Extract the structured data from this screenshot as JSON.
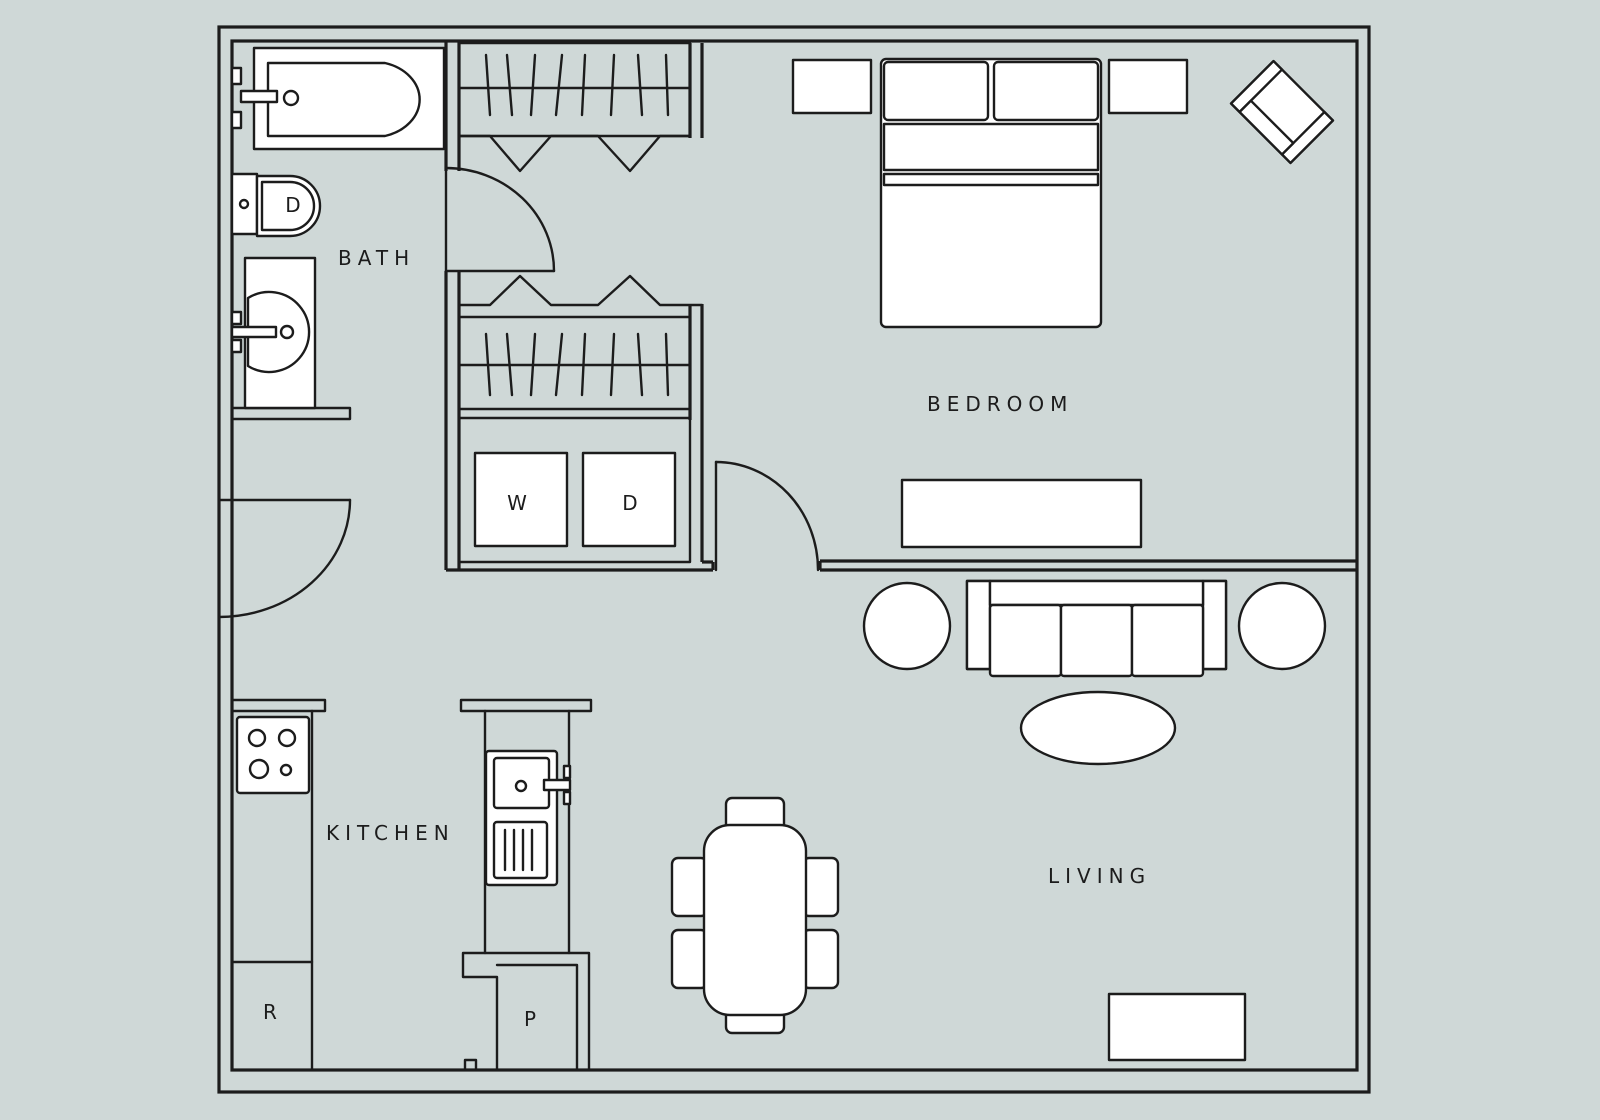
{
  "rooms": {
    "bath": "BATH",
    "bedroom": "BEDROOM",
    "kitchen": "KITCHEN",
    "living": "LIVING"
  },
  "appliances": {
    "washer": "W",
    "dryer": "D",
    "toilet": "D",
    "refrigerator": "R",
    "pantry": "P"
  },
  "colors": {
    "background": "#cfd8d7",
    "line": "#1c1c1c",
    "fixture": "#ffffff"
  }
}
